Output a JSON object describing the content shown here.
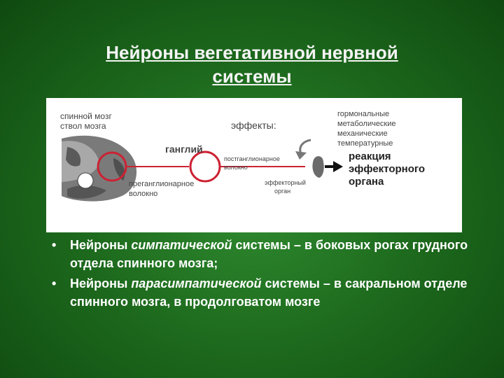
{
  "slide": {
    "title_line1": "Нейроны вегетативной нервной",
    "title_line2": "системы"
  },
  "diagram": {
    "spinal_cord": "спинной мозг",
    "brain_stem": "ствол мозга",
    "ganglion": "ганглий",
    "effects": "эффекты:",
    "effect_types": [
      "гормональные",
      "метаболические",
      "механические",
      "температурные"
    ],
    "postganglionic_1": "постганглионарное",
    "postganglionic_2": "волокно",
    "preganglionic_1": "преганглионарное",
    "preganglionic_2": "волокно",
    "effector_organ_1": "эффекторный",
    "effector_organ_2": "орган",
    "reaction": [
      "реакция",
      "эффекторного",
      "органа"
    ],
    "colors": {
      "neuron": "#cc2233",
      "tissue": "#6b6b6b"
    }
  },
  "bullets": [
    {
      "pre": "Нейроны ",
      "em": "симпатической",
      "post": " системы – в боковых рогах грудного отдела спинного мозга;"
    },
    {
      "pre": "Нейроны ",
      "em": "парасимпатической",
      "post": " системы – в сакральном отделе спинного мозга, в продолговатом мозге"
    }
  ]
}
